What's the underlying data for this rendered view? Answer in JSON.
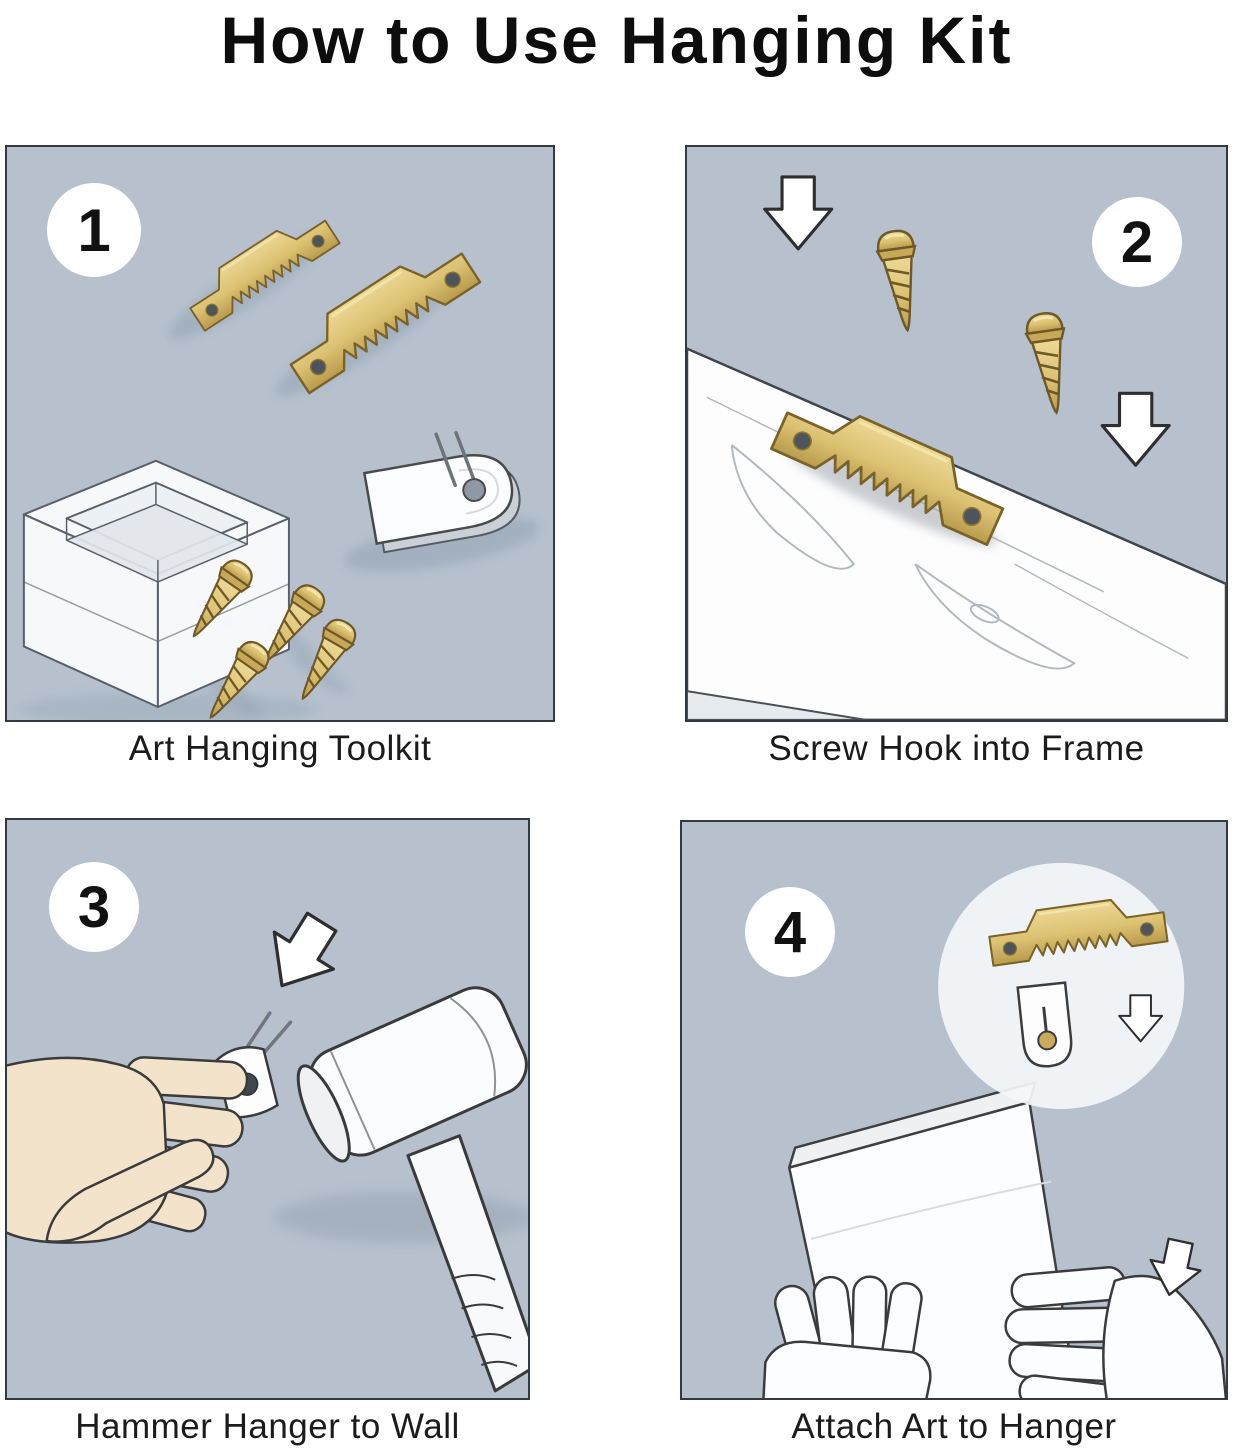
{
  "title": "How to Use Hanging Kit",
  "panels": [
    {
      "number": "1",
      "caption": "Art Hanging Toolkit"
    },
    {
      "number": "2",
      "caption": "Screw Hook into Frame"
    },
    {
      "number": "3",
      "caption": "Hammer Hanger to Wall"
    },
    {
      "number": "4",
      "caption": "Attach Art to Hanger"
    }
  ],
  "colors": {
    "panel_bg": "#b6c1cd",
    "brass": "#d9bf75",
    "brass_dark": "#8a7134",
    "skin": "#f4e3cb",
    "caption_color": "#1b1b1b"
  }
}
